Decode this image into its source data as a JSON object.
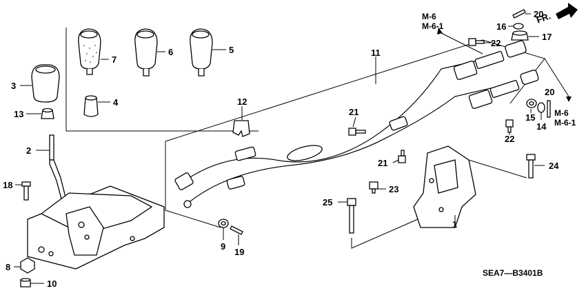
{
  "diagram": {
    "drawing_code": "SEA7—B3401B",
    "direction_label": "FR.",
    "refs": {
      "top": [
        "M-6",
        "M-6-1"
      ],
      "right": [
        "M-6",
        "M-6-1"
      ]
    },
    "callouts": {
      "c1": "1",
      "c2": "2",
      "c3": "3",
      "c4": "4",
      "c5": "5",
      "c6": "6",
      "c7": "7",
      "c8": "8",
      "c9": "9",
      "c10": "10",
      "c11": "11",
      "c12": "12",
      "c13": "13",
      "c14": "14",
      "c15": "15",
      "c16": "16",
      "c17": "17",
      "c18": "18",
      "c19": "19",
      "c20a": "20",
      "c20b": "20",
      "c21a": "21",
      "c21b": "21",
      "c22a": "22",
      "c22b": "22",
      "c23": "23",
      "c24": "24",
      "c25": "25"
    }
  }
}
